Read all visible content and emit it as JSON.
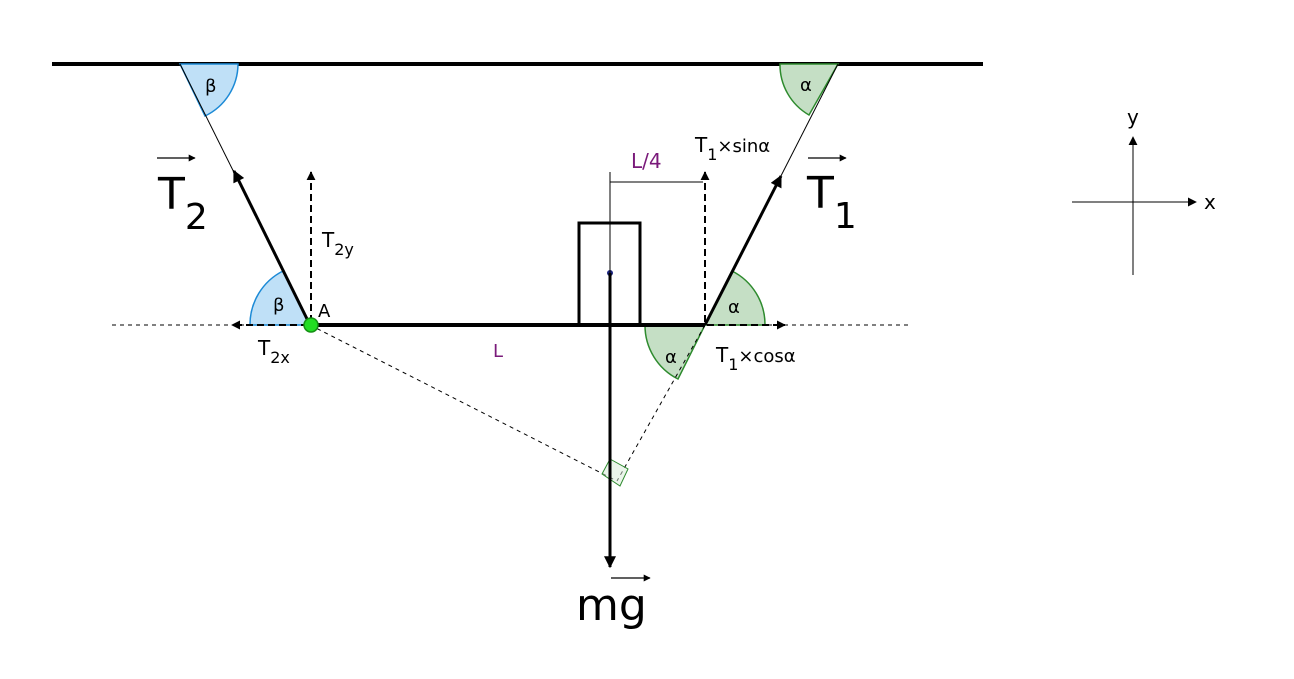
{
  "labels": {
    "beta": "β",
    "alpha": "α",
    "T": "T",
    "sub1": "1",
    "sub2": "2",
    "sub2y": "2y",
    "sub2x": "2x",
    "sin_suffix": "×sinα",
    "cos_suffix": "×cosα",
    "point_A": "A",
    "L": "L",
    "L4": "L/4",
    "mg": "mg",
    "axis_x": "x",
    "axis_y": "y"
  },
  "colors": {
    "beta_fill": "#bfe0f7",
    "beta_stroke": "#1c8ad6",
    "alpha_fill": "#c5dfc5",
    "alpha_stroke": "#2e8b2e",
    "pivot": "#22dd22",
    "purple": "#7a1a7a"
  }
}
